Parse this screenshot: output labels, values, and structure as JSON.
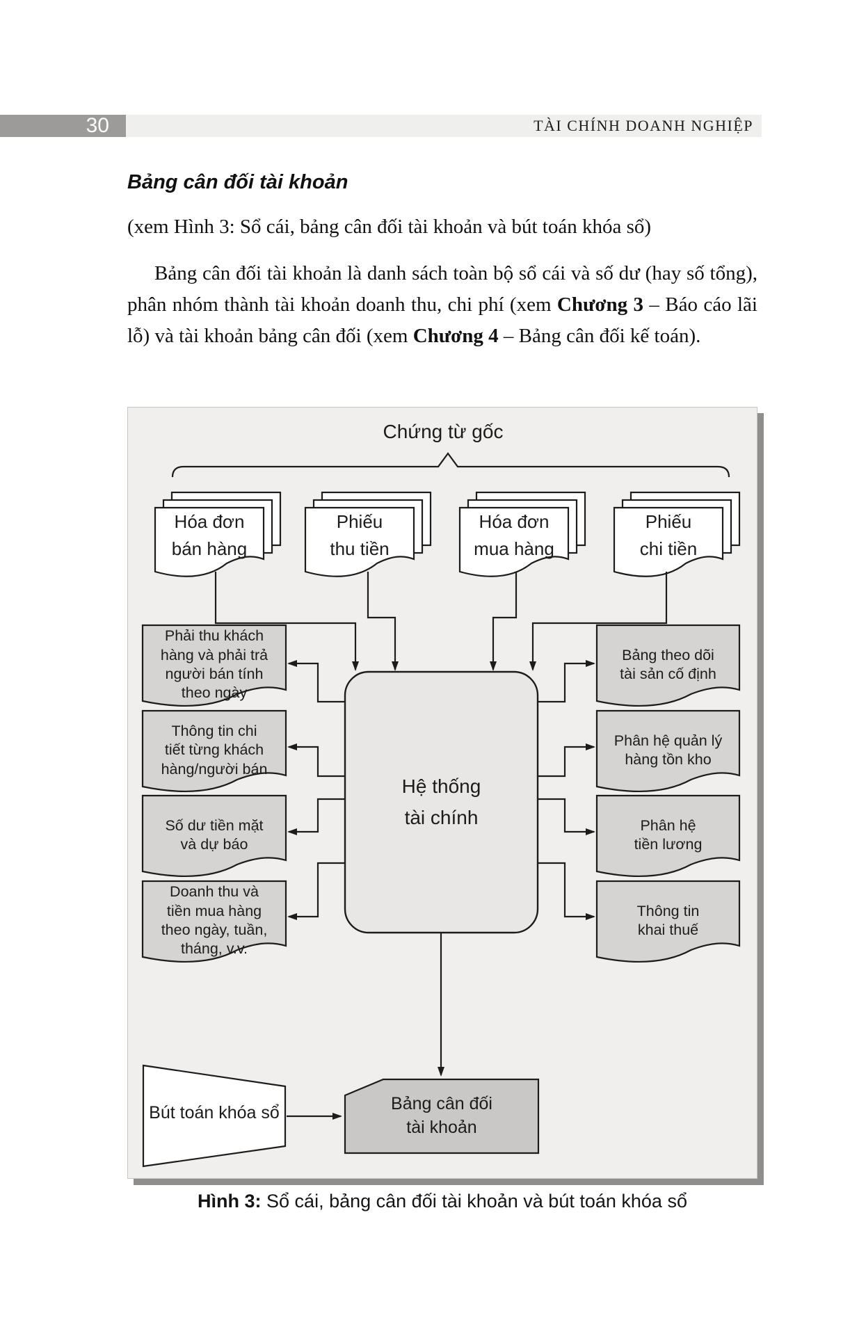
{
  "page": {
    "number": "30",
    "running_title": "TÀI CHÍNH DOANH NGHIỆP",
    "heading": "Bảng cân đối tài khoản",
    "subheading": "(xem Hình 3: Sổ cái, bảng cân đối tài khoản và bút toán khóa sổ)",
    "paragraph": {
      "lead": "Bảng cân đối tài khoản là danh sách toàn bộ sổ cái và số dư (hay số tổng), phân nhóm thành tài khoản doanh thu, chi phí (xem ",
      "bold1": "Chương 3",
      "mid": " – Báo cáo lãi lỗ) và tài khoản bảng cân đối (xem ",
      "bold2": "Chương 4",
      "tail": " – Bảng cân đối kế toán)."
    },
    "caption": {
      "label": "Hình 3:",
      "text": " Sổ cái, bảng cân đối tài khoản và bút toán khóa sổ"
    }
  },
  "diagram": {
    "title": "Chứng từ gốc",
    "source_documents": [
      "Hóa đơn\nbán hàng",
      "Phiếu\nthu tiền",
      "Hóa đơn\nmua hàng",
      "Phiếu\nchi tiền"
    ],
    "center_system": "Hệ thống\ntài chính",
    "left_outputs": [
      "Phải thu khách\nhàng và phải trả\nngười bán tính\ntheo ngày",
      "Thông tin chi\ntiết từng khách\nhàng/người bán",
      "Số dư tiền mặt\nvà dự báo",
      "Doanh thu và\ntiền mua hàng\ntheo ngày, tuần,\ntháng, v.v."
    ],
    "right_outputs": [
      "Bảng theo dõi\ntài sản cố định",
      "Phân hệ quản lý\nhàng tồn kho",
      "Phân hệ\ntiền lương",
      "Thông tin\nkhai thuế"
    ],
    "closing_entry": "Bút toán khóa sổ",
    "trial_balance": "Bảng cân đối\ntài khoản",
    "colors": {
      "panel_bg": "#f0efed",
      "stroke": "#1c1c1c",
      "box_fill": "#d5d4d2",
      "center_fill": "#e8e7e5",
      "trial_fill": "#c9c8c6",
      "page_fill": "#ffffff",
      "shadow": "#8f8e8c",
      "header_block": "#9c9b99",
      "header_strip": "#efefee"
    }
  }
}
